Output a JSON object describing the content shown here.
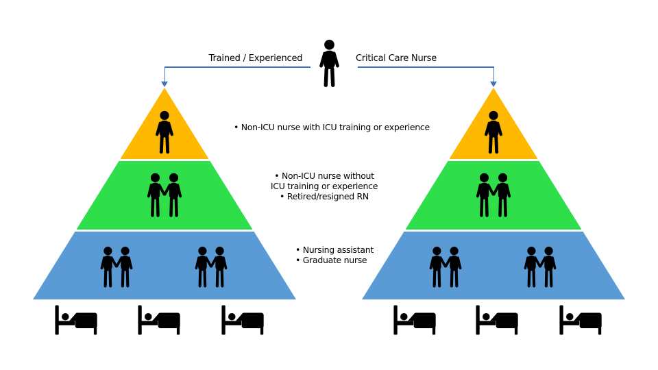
{
  "title_row": {
    "left_arrow_label": "Trained / Experienced",
    "right_arrow_label": "Critical Care Nurse"
  },
  "notes": {
    "top_tier": {
      "line1": "• Non-ICU nurse with ICU training or experience"
    },
    "middle_tier": {
      "line1": "• Non-ICU nurse without",
      "line2": "ICU training or experience",
      "line3": "• Retired/resigned RN"
    },
    "bottom_tier": {
      "line1": "• Nursing assistant",
      "line2": "• Graduate nurse"
    }
  },
  "pyramids": [
    {
      "side": "left",
      "tiers": [
        {
          "position": "top",
          "people_count": 1
        },
        {
          "position": "middle",
          "people_count": 2
        },
        {
          "position": "bottom",
          "people_count": 4
        }
      ],
      "beds_count": 3
    },
    {
      "side": "right",
      "tiers": [
        {
          "position": "top",
          "people_count": 1
        },
        {
          "position": "middle",
          "people_count": 2
        },
        {
          "position": "bottom",
          "people_count": 4
        }
      ],
      "beds_count": 3
    }
  ],
  "icons": {
    "center": "critical-care-nurse-person-icon",
    "single": "nurse-person-icon",
    "pair": "nurse-pair-icon",
    "bed": "patient-bed-icon",
    "arrowhead": "down-arrowhead-icon"
  },
  "colors": {
    "tier_top": "#FFB900",
    "tier_middle": "#2EDE4A",
    "tier_bottom": "#5B9BD5",
    "connector": "#4472C4",
    "icon_black": "#000000",
    "background": "#FFFFFF"
  }
}
